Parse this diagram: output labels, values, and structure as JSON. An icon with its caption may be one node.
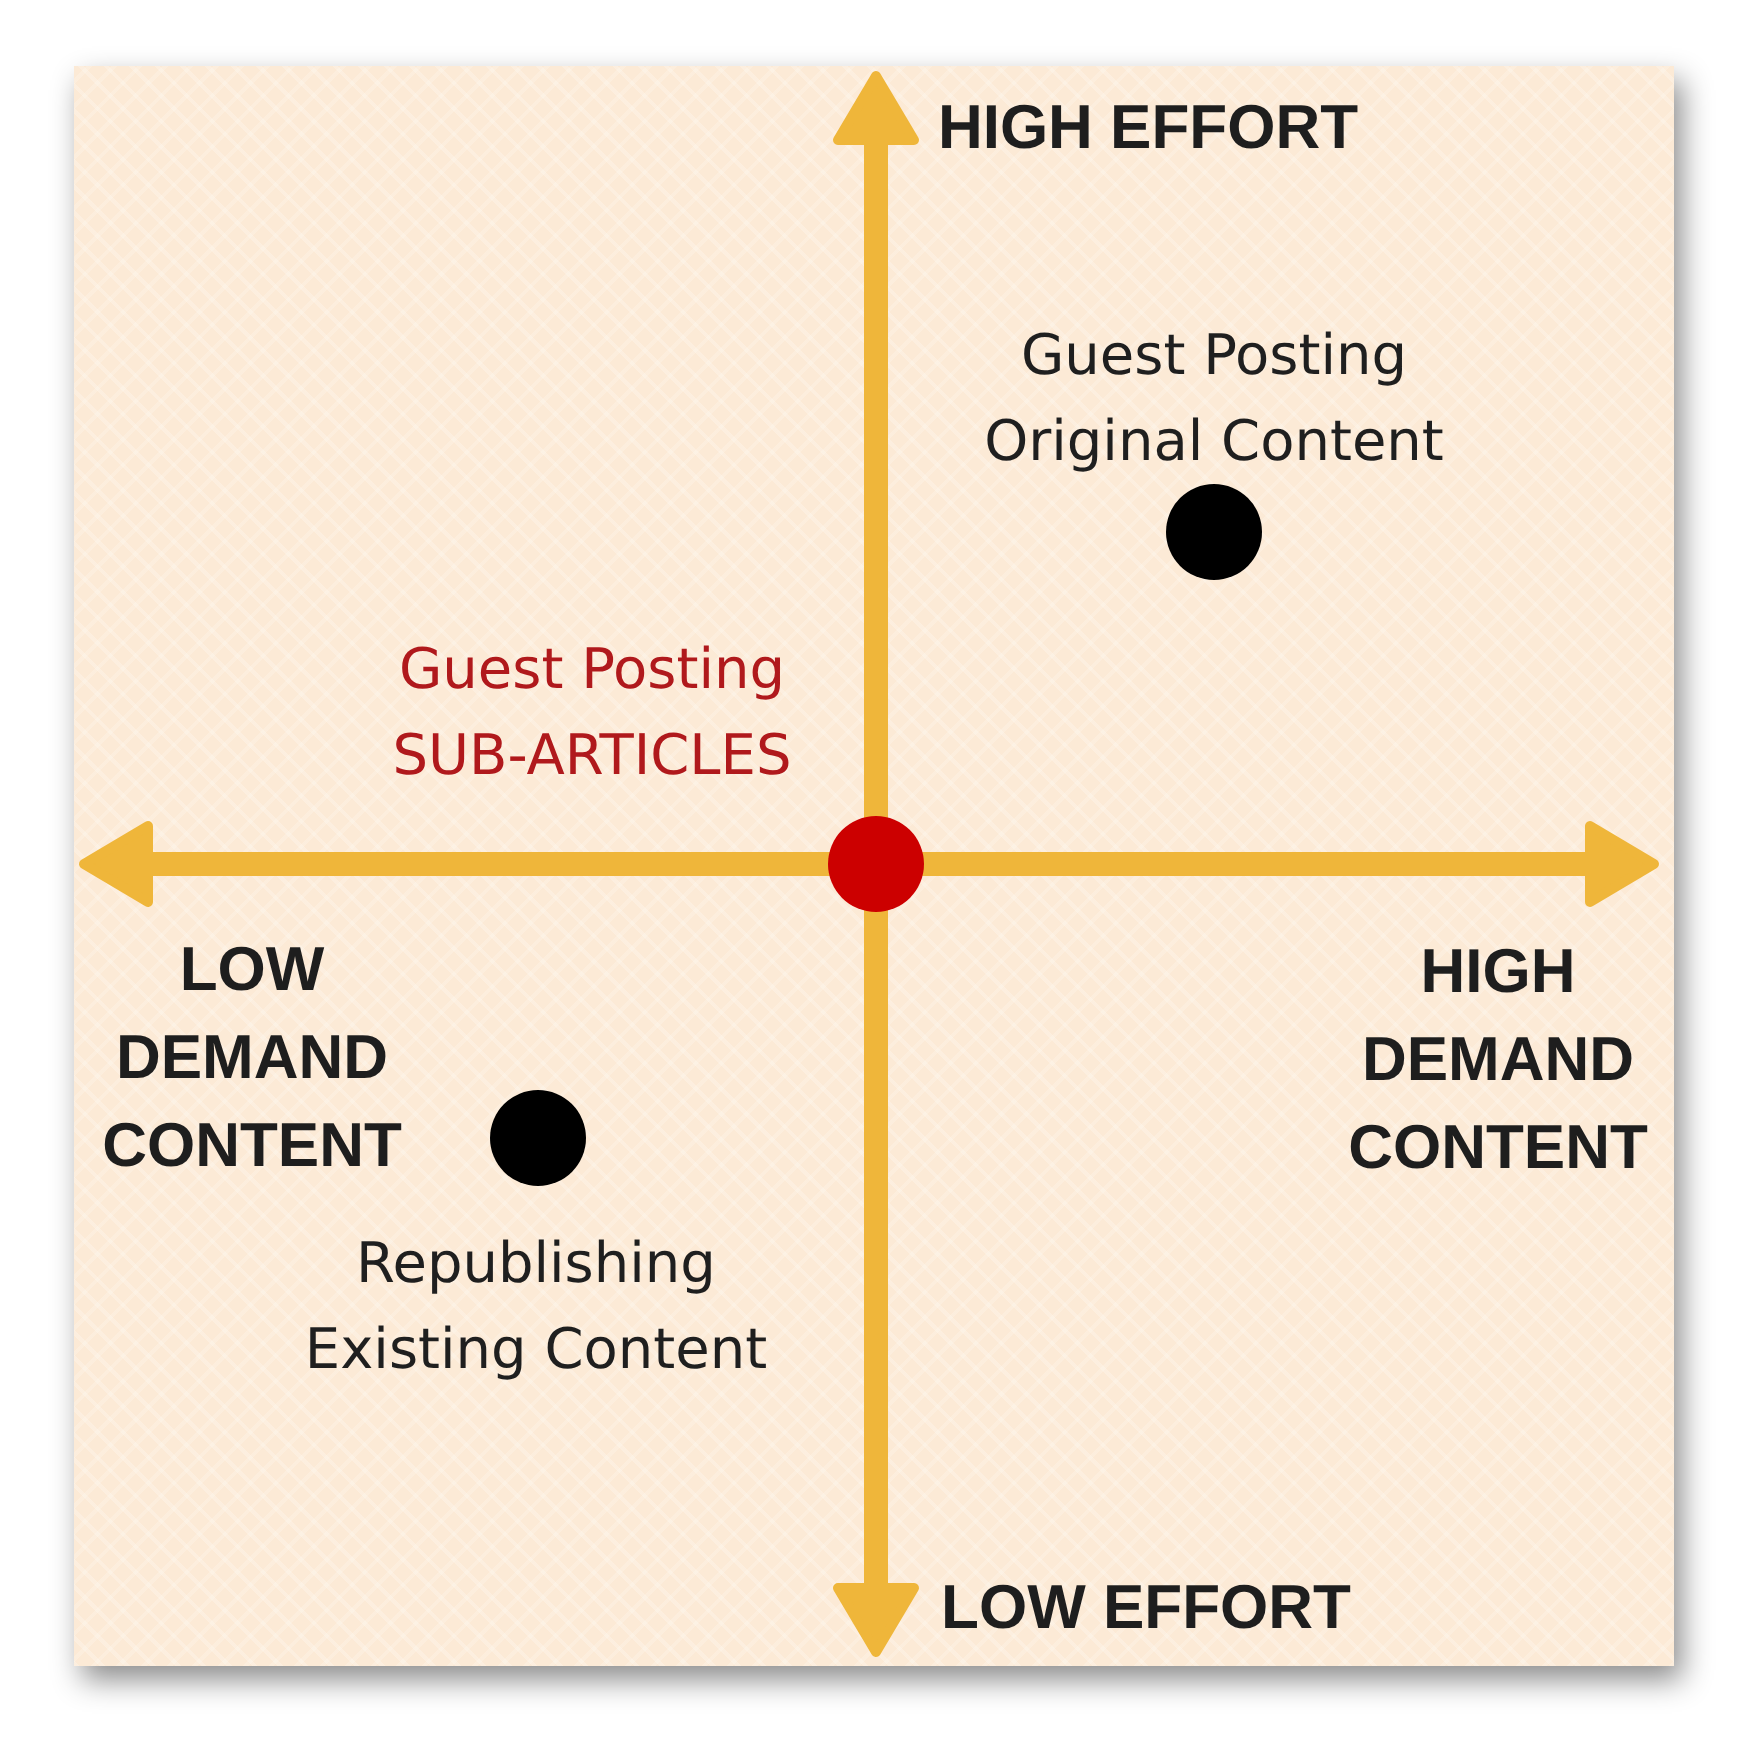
{
  "diagram": {
    "nodes": [
      {
        "text": [],
        "shape": "circle",
        "beside": [
          "Guest Posting Original Content"
        ]
      },
      {
        "text": [],
        "shape": "circle",
        "beside": [
          "Guest Posting SUB-ARTICLES"
        ]
      },
      {
        "text": [],
        "shape": "circle",
        "beside": [
          "Republishing Existing Content"
        ]
      }
    ],
    "labels": [
      "HIGH EFFORT",
      "LOW DEMAND CONTENT",
      "HIGH DEMAND CONTENT",
      "LOW EFFORT"
    ]
  }
}
